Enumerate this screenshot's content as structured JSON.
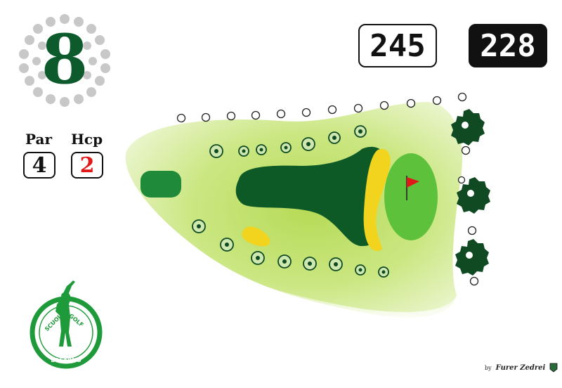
{
  "hole": {
    "number": "8"
  },
  "stats": {
    "par_label": "Par",
    "par_value": "4",
    "hcp_label": "Hcp",
    "hcp_value": "2"
  },
  "distances": {
    "white_tee": "245",
    "black_tee": "228"
  },
  "logo": {
    "text_top": "SCUOLA GOLF",
    "text_bottom": "LOCARNO"
  },
  "credit": {
    "by": "by",
    "name": "Furer Zedrei"
  },
  "colors": {
    "dark_green": "#0d5a2c",
    "fairway_dark": "#0e5a26",
    "green": "#5ec13c",
    "rough_light": "#e2f2bb",
    "bunker": "#f2d41e",
    "flag": "#e01818",
    "hcp_red": "#e01818"
  }
}
